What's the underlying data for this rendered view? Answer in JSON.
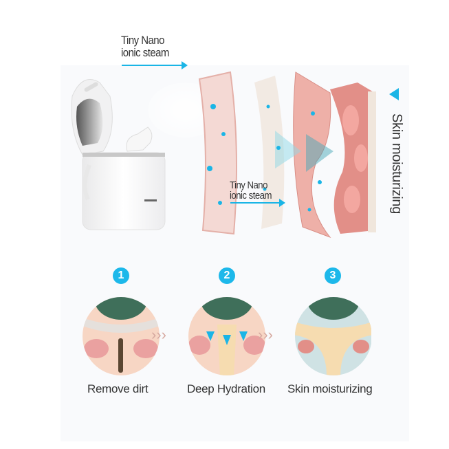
{
  "illustration": {
    "top_label": {
      "line1": "Tiny Nano",
      "line2": "ionic steam"
    },
    "mid_label": {
      "line1": "Tiny Nano",
      "line2": "ionic steam"
    },
    "side_label": "Skin moisturizing"
  },
  "steps": [
    {
      "number": "1",
      "caption": "Remove dirt"
    },
    {
      "number": "2",
      "caption": "Deep Hydration"
    },
    {
      "number": "3",
      "caption": "Skin moisturizing"
    }
  ],
  "colors": {
    "accent": "#1ab5e6",
    "skin": "#e89a92",
    "pore_green": "#3f6f5a",
    "cream": "#f6dcb0"
  }
}
